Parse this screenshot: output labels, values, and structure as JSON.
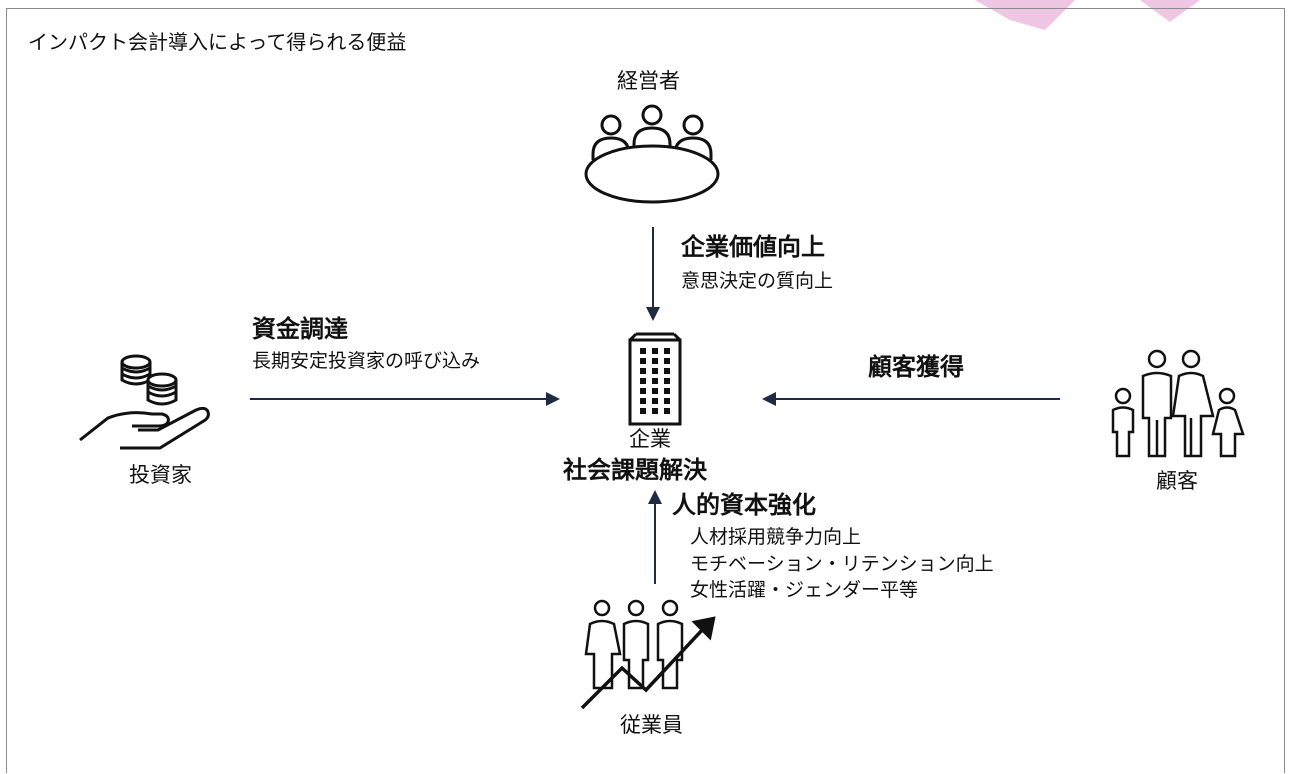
{
  "diagram": {
    "title": "インパクト会計導入によって得られる便益",
    "center": {
      "label": "企業",
      "outcome": "社会課題解決"
    },
    "actors": {
      "management": "経営者",
      "investor": "投資家",
      "customer": "顧客",
      "employee": "従業員"
    },
    "benefits": {
      "management": {
        "heading": "企業価値向上",
        "lines": [
          "意思決定の質向上"
        ]
      },
      "investor": {
        "heading": "資金調達",
        "lines": [
          "長期安定投資家の呼び込み"
        ]
      },
      "customer": {
        "heading": "顧客獲得",
        "lines": []
      },
      "employee": {
        "heading": "人的資本強化",
        "lines": [
          "人材採用競争力向上",
          "モチベーション・リテンション向上",
          "女性活躍・ジェンダー平等"
        ]
      }
    },
    "colors": {
      "arrow": "#1f2a44",
      "accent": "#e8b8d8",
      "frame": "#8a8a8a"
    },
    "icons": [
      "meeting-table-icon",
      "coins-hand-icon",
      "office-building-icon",
      "family-icon",
      "employees-growth-icon"
    ]
  }
}
